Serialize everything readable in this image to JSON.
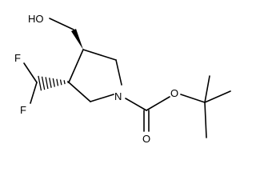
{
  "molecule": {
    "atoms": {
      "hydroxyl": "HO",
      "fluorine_top": "F",
      "fluorine_bottom": "F",
      "ring_nitrogen": "N",
      "ether_oxygen": "O",
      "carbonyl_oxygen": "O"
    },
    "colors": {
      "bond": "#000000",
      "label": "#000000",
      "background": "#ffffff"
    }
  }
}
